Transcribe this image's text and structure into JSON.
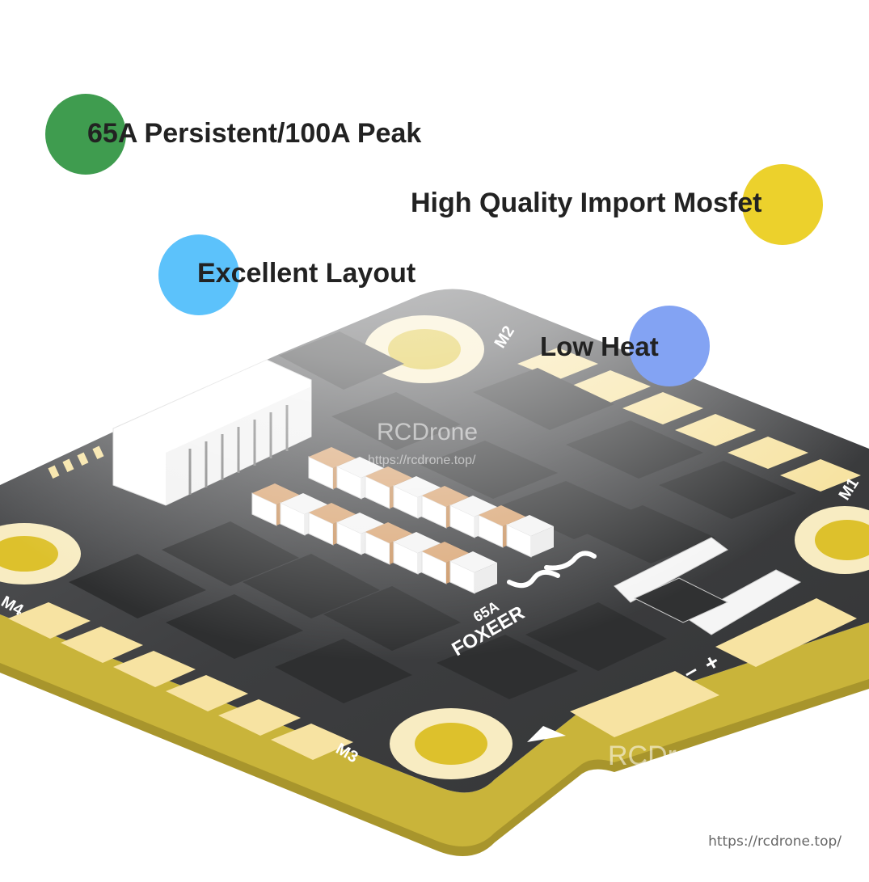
{
  "features": [
    {
      "text": "65A Persistent/100A Peak",
      "dot_color": "#3f9c4f"
    },
    {
      "text": "High Quality Import Mosfet",
      "dot_color": "#ecd12c"
    },
    {
      "text": "Excellent Layout",
      "dot_color": "#5cc2fb"
    },
    {
      "text": "Low Heat",
      "dot_color": "#83a3f3"
    }
  ],
  "board": {
    "motor_labels": [
      "M1",
      "M2",
      "M3",
      "M4"
    ],
    "brand": "FOXEER",
    "rating": "65A",
    "minus_symbol": "–",
    "plus_symbol": "+",
    "pcb_color": "#3c3d3e",
    "edge_color": "#c9b43a",
    "pad_color": "#f7e3a2"
  },
  "watermarks": {
    "center_brand": "RCDrone",
    "center_url": "https://rcdrone.top/",
    "bottom_brand": "RCDrone"
  },
  "footer_url": "https://rcdrone.top/"
}
